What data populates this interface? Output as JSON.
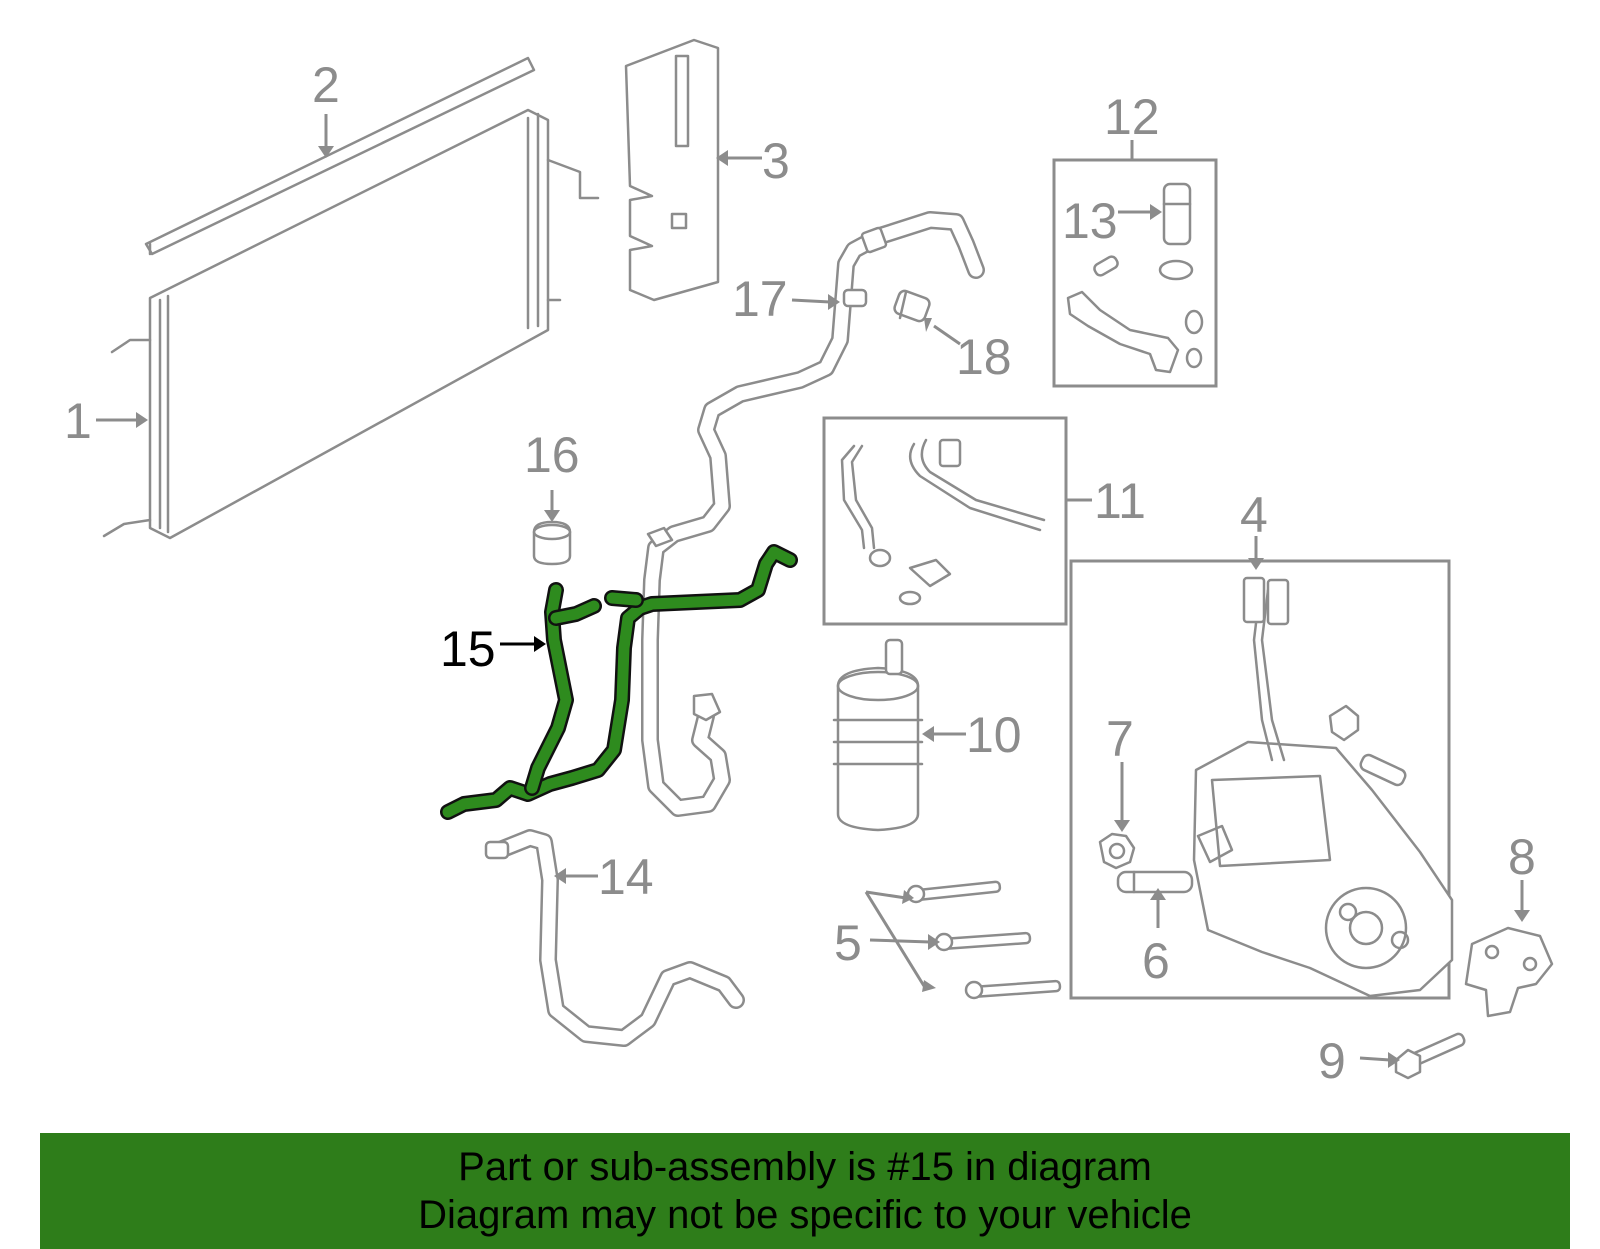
{
  "callouts": {
    "c1": "1",
    "c2": "2",
    "c3": "3",
    "c4": "4",
    "c5": "5",
    "c6": "6",
    "c7": "7",
    "c8": "8",
    "c9": "9",
    "c10": "10",
    "c11": "11",
    "c12": "12",
    "c13": "13",
    "c14": "14",
    "c15": "15",
    "c16": "16",
    "c17": "17",
    "c18": "18"
  },
  "highlighted_part": "15",
  "colors": {
    "highlight": "#2e8b1e",
    "banner": "#2e7d1a",
    "line_art": "#8c8c8c"
  },
  "banner": {
    "line1": "Part or sub-assembly is #15 in diagram",
    "line2": "Diagram may not be specific to your vehicle"
  }
}
